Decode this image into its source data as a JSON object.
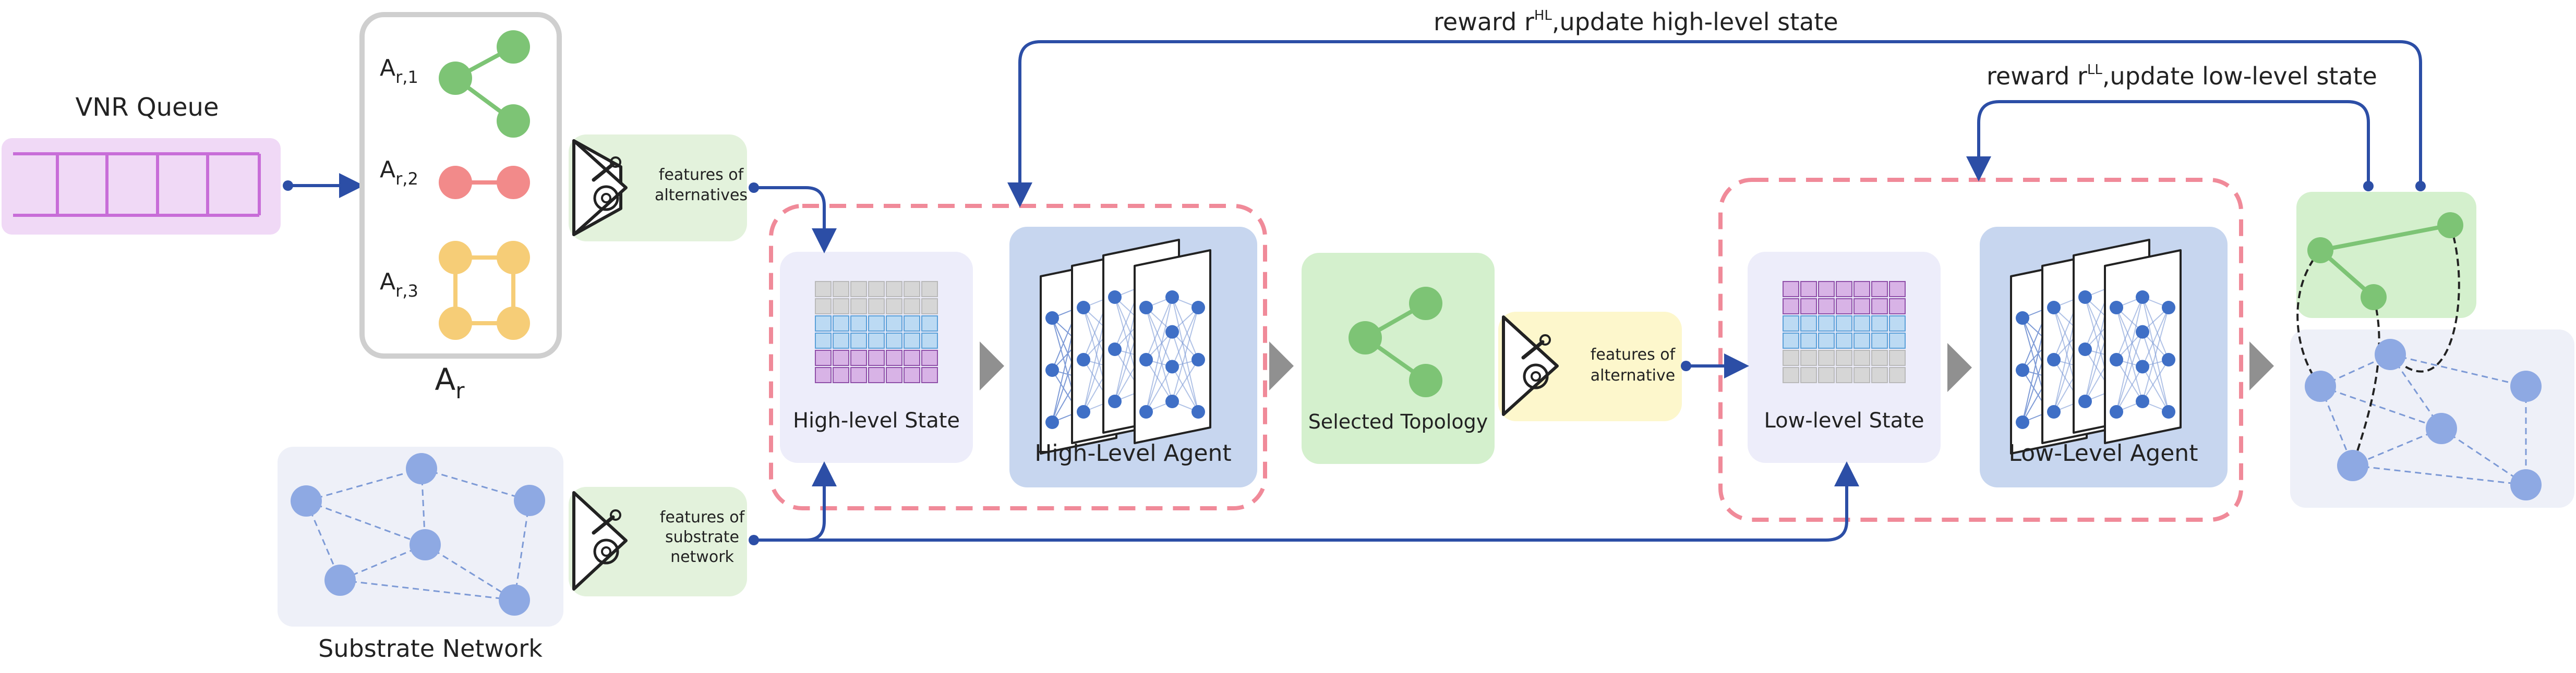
{
  "labels": {
    "vnr_queue": "VNR Queue",
    "ar": "A",
    "ar_sub": "r",
    "alt1": "A",
    "alt1_sub": "r,1",
    "alt2": "A",
    "alt2_sub": "r,2",
    "alt3": "A",
    "alt3_sub": "r,3",
    "substrate_network": "Substrate Network",
    "fe_alternatives": [
      "features of",
      "alternatives"
    ],
    "fe_substrate": [
      "features of",
      "substrate",
      "network"
    ],
    "fe_alternative": [
      "features of",
      "alternative"
    ],
    "high_level_state": "High-level State",
    "high_level_agent": "High-Level Agent",
    "selected_topology": "Selected Topology",
    "low_level_state": "Low-level State",
    "low_level_agent": "Low-Level Agent",
    "reward_hl_prefix": "reward r",
    "reward_hl_sup": "HL",
    "reward_hl_suffix": ",update high-level state",
    "reward_ll_prefix": "reward r",
    "reward_ll_sup": "LL",
    "reward_ll_suffix": ",update low-level state"
  },
  "colors": {
    "purple_box": "#f0d9f6",
    "purple_line": "#c86dd8",
    "green_box": "#e3f2dc",
    "green_node": "#7dc475",
    "red_node": "#f28a8a",
    "yellow_node": "#f6cd77",
    "yellow_box": "#fdf7cc",
    "blue_node": "#8ea9e3",
    "gray_box": "#eef0f8",
    "state_box": "#ededfa",
    "agent_box": "#c7d6ef",
    "topology_box": "#d4f0cd",
    "arrow_blue": "#2c4ea6",
    "dash_red": "#f08a99",
    "chevron_gray": "#909090"
  },
  "icons": [
    "gear-icon",
    "wrench-icon",
    "neural-network-icon",
    "state-matrix-icon"
  ]
}
